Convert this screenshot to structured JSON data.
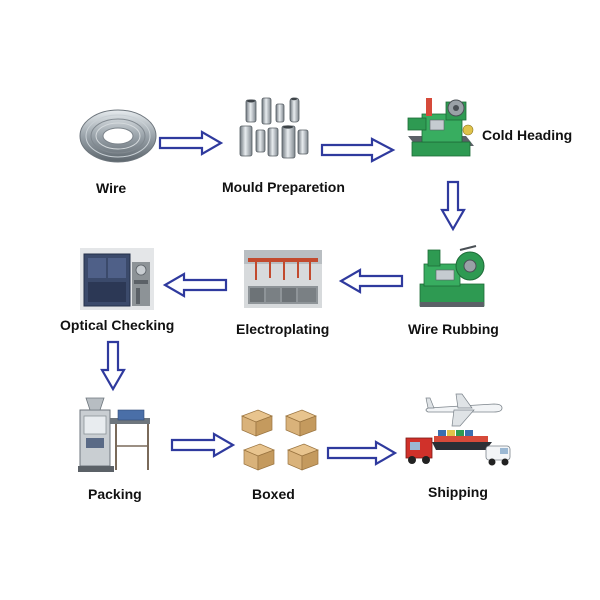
{
  "colors": {
    "arrow_fill": "#ffffff",
    "arrow_stroke": "#2f3a9e",
    "label_text": "#111111",
    "machine_green": "#2e9a52",
    "carton_tan": "#d9b27a"
  },
  "steps": [
    {
      "label": "Wire",
      "icon": "wire-coil-icon"
    },
    {
      "label": "Mould Preparetion",
      "icon": "moulds-icon"
    },
    {
      "label": "Cold Heading",
      "icon": "cold-heading-machine-icon"
    },
    {
      "label": "Wire Rubbing",
      "icon": "wire-rubbing-machine-icon"
    },
    {
      "label": "Electroplating",
      "icon": "electroplating-line-icon"
    },
    {
      "label": "Optical Checking",
      "icon": "optical-checking-machine-icon"
    },
    {
      "label": "Packing",
      "icon": "packing-machine-icon"
    },
    {
      "label": "Boxed",
      "icon": "cartons-icon"
    },
    {
      "label": "Shipping",
      "icon": "shipping-icon"
    }
  ],
  "arrows": [
    {
      "from": "Wire",
      "to": "Mould Preparetion",
      "direction": "right"
    },
    {
      "from": "Mould Preparetion",
      "to": "Cold Heading",
      "direction": "right"
    },
    {
      "from": "Cold Heading",
      "to": "Wire Rubbing",
      "direction": "down"
    },
    {
      "from": "Wire Rubbing",
      "to": "Electroplating",
      "direction": "left"
    },
    {
      "from": "Electroplating",
      "to": "Optical Checking",
      "direction": "left"
    },
    {
      "from": "Optical Checking",
      "to": "Packing",
      "direction": "down"
    },
    {
      "from": "Packing",
      "to": "Boxed",
      "direction": "right"
    },
    {
      "from": "Boxed",
      "to": "Shipping",
      "direction": "right"
    }
  ]
}
